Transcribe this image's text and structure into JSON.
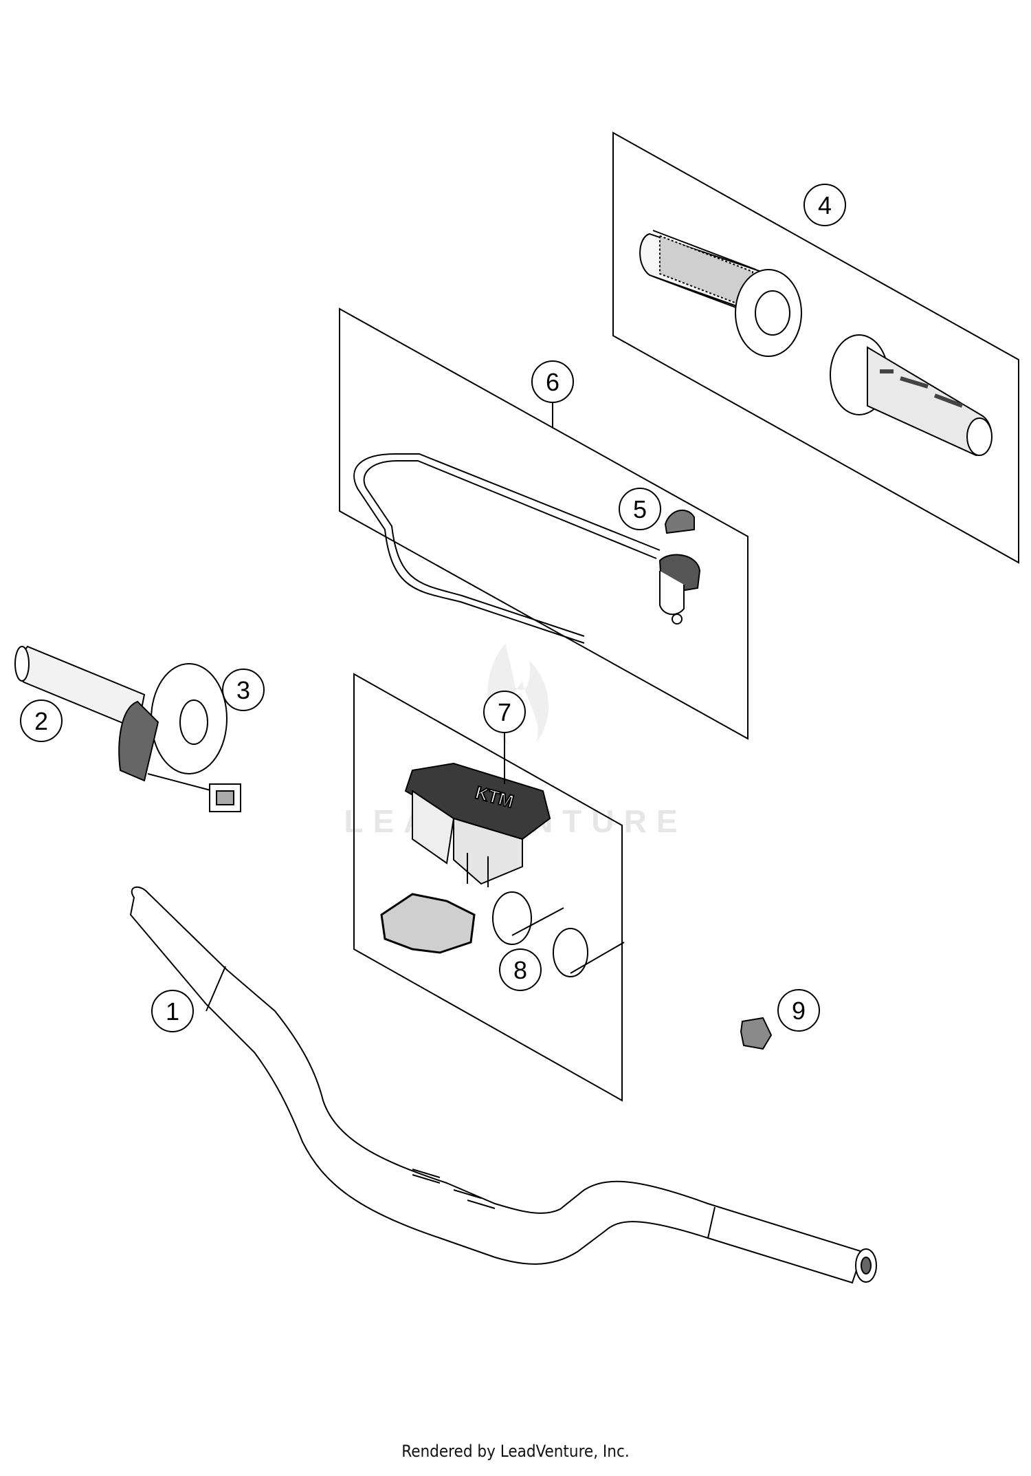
{
  "watermark": {
    "text": "LEADVENTURE"
  },
  "footer": {
    "text": "Rendered by LeadVenture, Inc."
  },
  "callouts": {
    "c1": "1",
    "c2": "2",
    "c3": "3",
    "c4": "4",
    "c5": "5",
    "c6": "6",
    "c7": "7",
    "c8": "8",
    "c9": "9"
  },
  "parts": [
    {
      "ref": "1",
      "name": "handlebar"
    },
    {
      "ref": "2",
      "name": "throttle-grip"
    },
    {
      "ref": "3",
      "name": "throttle-housing"
    },
    {
      "ref": "4",
      "name": "grip-set"
    },
    {
      "ref": "5",
      "name": "switch-cap"
    },
    {
      "ref": "6",
      "name": "kill-switch"
    },
    {
      "ref": "7",
      "name": "handlebar-pad-kit"
    },
    {
      "ref": "8",
      "name": "cable-ties"
    },
    {
      "ref": "9",
      "name": "cable-clip"
    }
  ]
}
